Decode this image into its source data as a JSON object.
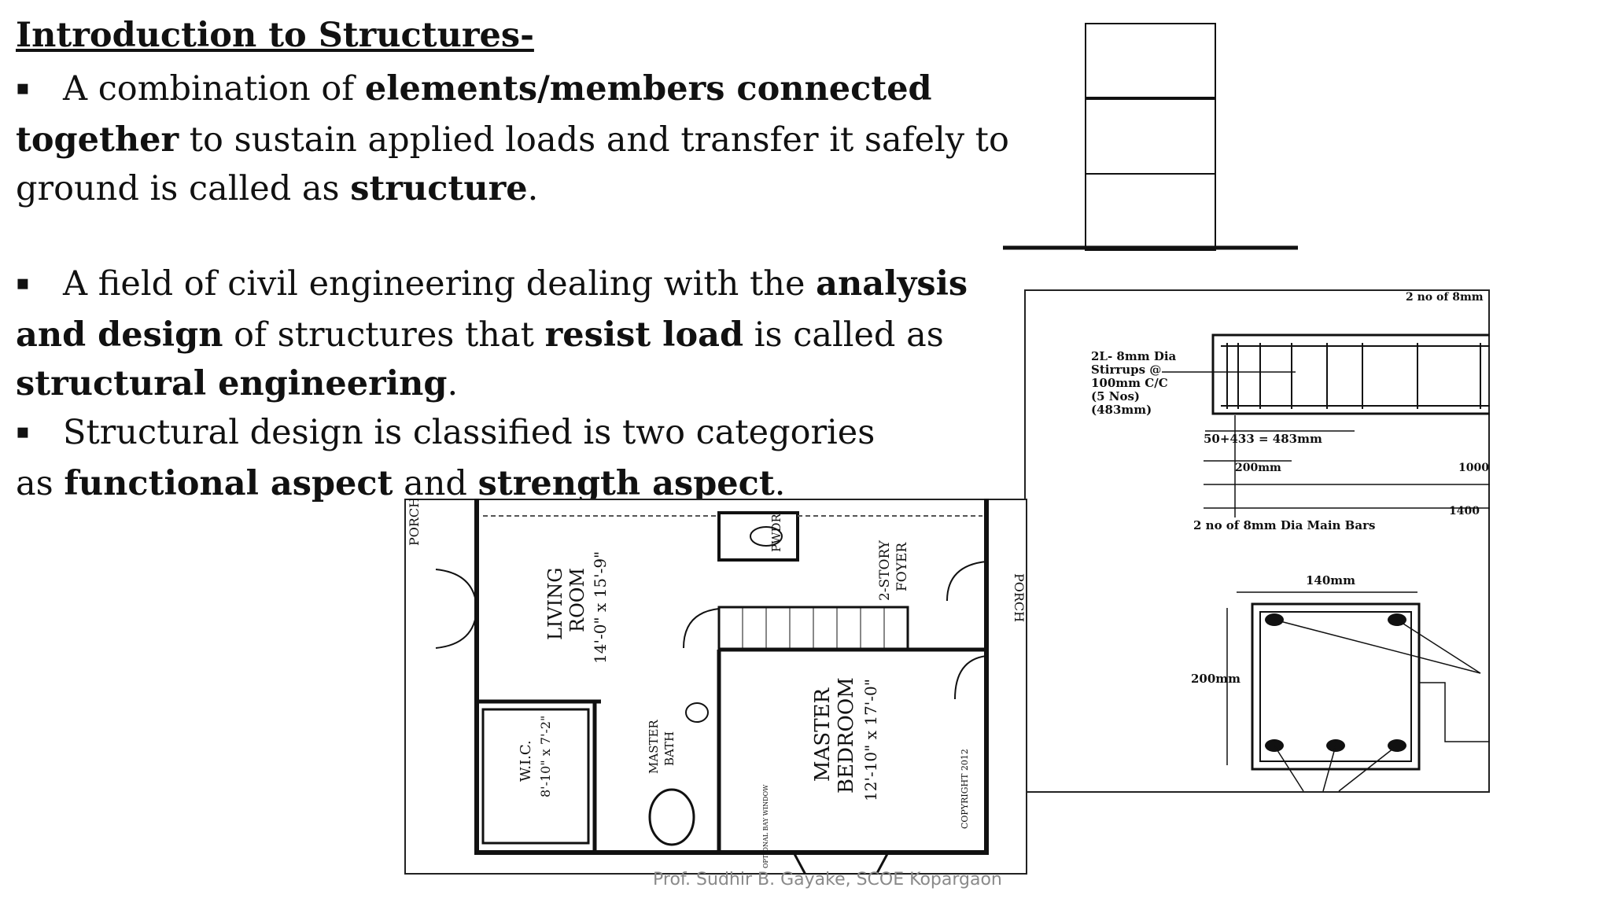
{
  "title": "Introduction to Structures-",
  "bullet_symbol": "▪",
  "p1": {
    "a": "A combination of ",
    "b": "elements/members connected together",
    "c": " to sustain applied loads and transfer it safely to ground is called as ",
    "d": "structure",
    "e": "."
  },
  "p2": {
    "a": "A field of civil engineering dealing with the ",
    "b": "analysis and design",
    "c": " of structures that ",
    "d": "resist load",
    "e": " is called as ",
    "f": "structural engineering",
    "g": "."
  },
  "p3": {
    "a": "Structural design is classified is two categories",
    "b": " as ",
    "c": "functional aspect",
    "d": " and ",
    "e": "strength aspect",
    "f": "."
  },
  "beam_drawing": {
    "top_note": "2 no of 8mm",
    "stirrup_note": [
      "2L- 8mm Dia",
      "Stirrups @",
      "100mm C/C",
      "(5 Nos)",
      "(483mm)"
    ],
    "dim_483": "50+433 = 483mm",
    "dim_200": "200mm",
    "dim_1000": "1000",
    "dim_1400": "1400",
    "main_bars": "2 no of 8mm Dia Main Bars",
    "width": "140mm",
    "depth": "200mm"
  },
  "floor_plan": {
    "porch_left": "PORCH",
    "porch_right": "PORCH",
    "living_room": "LIVING",
    "living_room_2": "ROOM",
    "living_dims": "14'-0\" x 15'-9\"",
    "pwdr": "PWDR.",
    "foyer": "2-STORY",
    "foyer_2": "FOYER",
    "wic": "W.I.C.",
    "wic_dims": "8'-10\" x 7'-2\"",
    "master_bath": "MASTER",
    "master_bath_2": "BATH",
    "master_bedroom": "MASTER",
    "master_bedroom_2": "BEDROOM",
    "bedroom_dims": "12'-10\" x 17'-0\"",
    "copyright": "COPYRIGHT 2012",
    "optional_window": "OPTIONAL BAY WINDOW"
  },
  "footer": "Prof. Sudhir B. Gayake, SCOE Kopargaon"
}
